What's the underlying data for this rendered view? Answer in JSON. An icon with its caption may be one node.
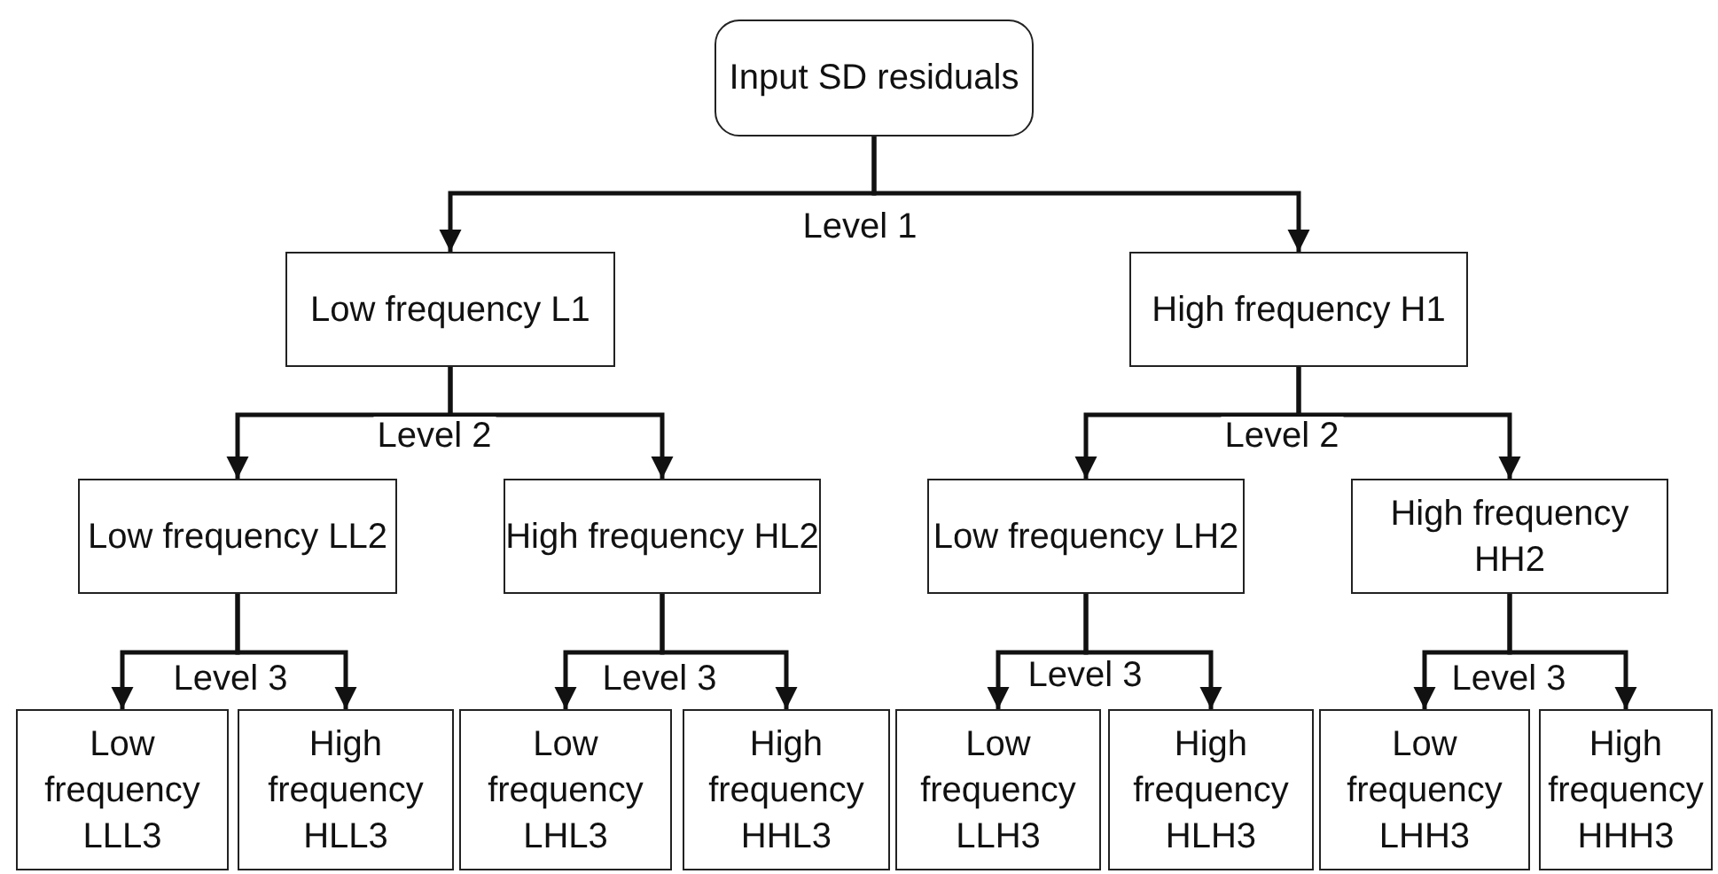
{
  "diagram": {
    "nodes": [
      {
        "text": [
          "Input SD residuals"
        ]
      },
      {
        "text": [
          "Low frequency L1"
        ]
      },
      {
        "text": [
          "High frequency H1"
        ]
      },
      {
        "text": [
          "Low frequency LL2"
        ]
      },
      {
        "text": [
          "High frequency HL2"
        ]
      },
      {
        "text": [
          "Low frequency LH2"
        ]
      },
      {
        "text": [
          "High frequency HH2"
        ]
      },
      {
        "text": [
          "Low frequency LLL3"
        ]
      },
      {
        "text": [
          "High frequency HLL3"
        ]
      },
      {
        "text": [
          "Low frequency LHL3"
        ]
      },
      {
        "text": [
          "High frequency HHL3"
        ]
      },
      {
        "text": [
          "Low frequency LLH3"
        ]
      },
      {
        "text": [
          "High frequency HLH3"
        ]
      },
      {
        "text": [
          "Low frequency LHH3"
        ]
      },
      {
        "text": [
          "High frequency HHH3"
        ]
      }
    ],
    "edges": [
      {
        "from": 0,
        "to": 1,
        "arrow": "to"
      },
      {
        "from": 0,
        "to": 2,
        "arrow": "to"
      },
      {
        "from": 1,
        "to": 3,
        "arrow": "to"
      },
      {
        "from": 1,
        "to": 4,
        "arrow": "to"
      },
      {
        "from": 2,
        "to": 5,
        "arrow": "to"
      },
      {
        "from": 2,
        "to": 6,
        "arrow": "to"
      },
      {
        "from": 3,
        "to": 7,
        "arrow": "to"
      },
      {
        "from": 3,
        "to": 8,
        "arrow": "to"
      },
      {
        "from": 4,
        "to": 9,
        "arrow": "to"
      },
      {
        "from": 4,
        "to": 10,
        "arrow": "to"
      },
      {
        "from": 5,
        "to": 11,
        "arrow": "to"
      },
      {
        "from": 5,
        "to": 12,
        "arrow": "to"
      },
      {
        "from": 6,
        "to": 13,
        "arrow": "to"
      },
      {
        "from": 6,
        "to": 14,
        "arrow": "to"
      }
    ],
    "labels": [
      "Level 1",
      "Level 2",
      "Level 2",
      "Level 3",
      "Level 3",
      "Level 3",
      "Level 3"
    ]
  }
}
